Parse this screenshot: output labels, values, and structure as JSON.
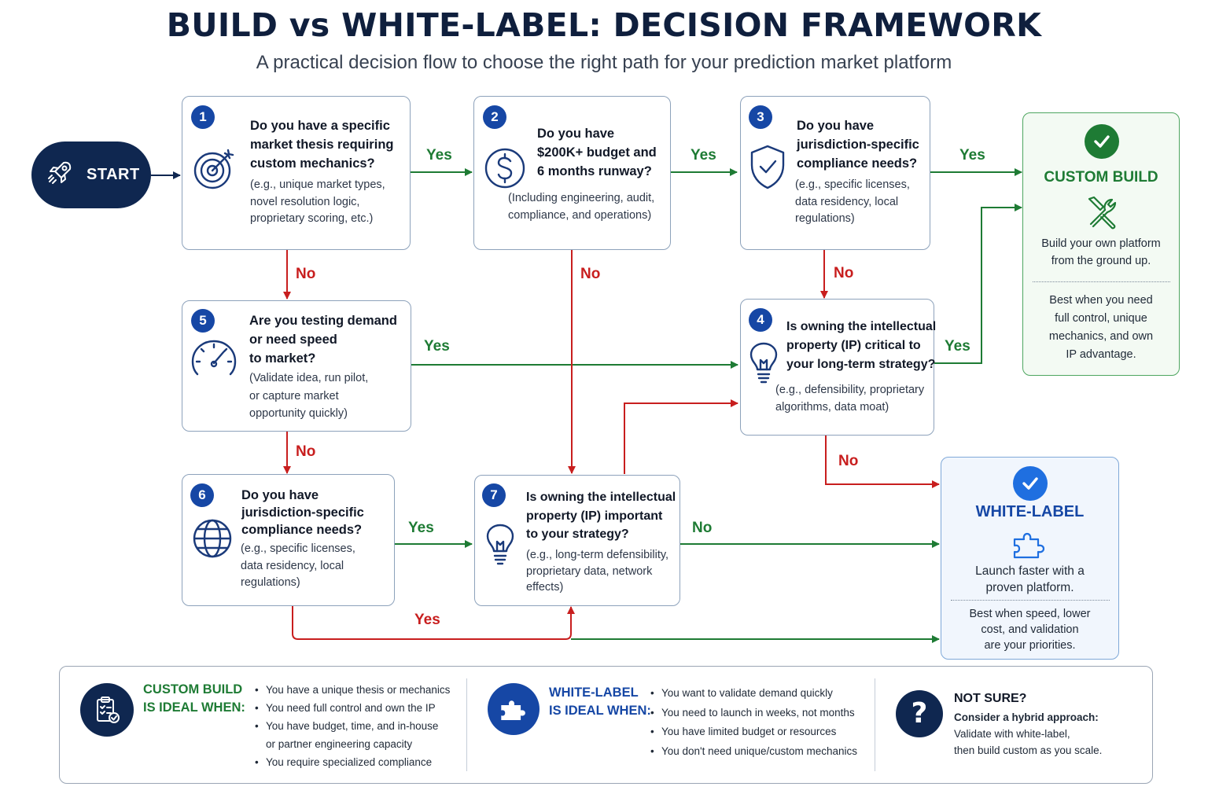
{
  "header": {
    "title": "BUILD vs WHITE-LABEL: DECISION FRAMEWORK",
    "subtitle": "A practical decision flow to choose the right path for your prediction market platform"
  },
  "start": {
    "label": "START",
    "icon": "rocket-icon"
  },
  "questions": [
    {
      "number": "1",
      "icon": "target-icon",
      "question": [
        "Do you have a specific",
        "market thesis requiring",
        "custom mechanics?"
      ],
      "note": [
        "(e.g., unique market types,",
        "novel resolution logic,",
        "proprietary scoring, etc.)"
      ]
    },
    {
      "number": "2",
      "icon": "dollar-icon",
      "question": [
        "Do you have",
        "$200K+ budget and",
        "6 months runway?"
      ],
      "note": [
        "(Including engineering, audit,",
        "compliance, and operations)"
      ]
    },
    {
      "number": "3",
      "icon": "shield-check-icon",
      "question": [
        "Do you have",
        "jurisdiction-specific",
        "compliance needs?"
      ],
      "note": [
        "(e.g., specific licenses,",
        "data residency, local",
        "regulations)"
      ]
    },
    {
      "number": "4",
      "icon": "lightbulb-icon",
      "question": [
        "Is owning the intellectual",
        "property (IP) critical to",
        "your long-term strategy?"
      ],
      "note": [
        "(e.g., defensibility, proprietary",
        "algorithms, data moat)"
      ]
    },
    {
      "number": "5",
      "icon": "speedometer-icon",
      "question": [
        "Are you testing demand",
        "or need speed",
        "to market?"
      ],
      "note": [
        "(Validate idea, run pilot,",
        "or capture market",
        "opportunity quickly)"
      ]
    },
    {
      "number": "6",
      "icon": "globe-icon",
      "question": [
        "Do you have",
        "jurisdiction-specific",
        "compliance needs?"
      ],
      "note": [
        "(e.g., specific licenses,",
        "data residency, local",
        "regulations)"
      ]
    },
    {
      "number": "7",
      "icon": "lightbulb-icon",
      "question": [
        "Is owning the intellectual",
        "property (IP) important",
        "to your strategy?"
      ],
      "note": [
        "(e.g., long-term defensibility,",
        "proprietary data, network",
        "effects)"
      ]
    }
  ],
  "flow_labels": {
    "yes": "Yes",
    "no": "No"
  },
  "results": {
    "custom": {
      "title": "CUSTOM BUILD",
      "icon": "tools-icon",
      "description": [
        "Build your own platform",
        "from the ground up."
      ],
      "best_when": [
        "Best when you need",
        "full control, unique",
        "mechanics, and own",
        "IP advantage."
      ]
    },
    "white_label": {
      "title": "WHITE-LABEL",
      "icon": "puzzle-icon",
      "description": [
        "Launch faster with a",
        "proven platform."
      ],
      "best_when": [
        "Best when speed, lower",
        "cost, and validation",
        "are your priorities."
      ]
    }
  },
  "bottom": {
    "custom": {
      "title": [
        "CUSTOM BUILD",
        "IS IDEAL WHEN:"
      ],
      "icon": "clipboard-check-icon",
      "bullets": [
        "You have a unique thesis or mechanics",
        "You need full control and own the IP",
        "You have budget, time, and in-house",
        "or partner engineering capacity",
        "You require specialized compliance"
      ]
    },
    "white_label": {
      "title": [
        "WHITE-LABEL",
        "IS IDEAL WHEN:"
      ],
      "icon": "puzzle-icon",
      "bullets": [
        "You want to validate demand quickly",
        "You need to launch in weeks, not months",
        "You have limited budget or resources",
        "You don't need unique/custom mechanics"
      ]
    },
    "not_sure": {
      "title": "NOT SURE?",
      "icon": "question-icon",
      "heading": "Consider a hybrid approach:",
      "lines": [
        "Validate with white-label,",
        "then build custom as you scale."
      ]
    }
  },
  "colors": {
    "navy": "#0f2750",
    "yes_green": "#1e7b34",
    "no_red": "#c81e1e",
    "blue": "#1647a5"
  }
}
